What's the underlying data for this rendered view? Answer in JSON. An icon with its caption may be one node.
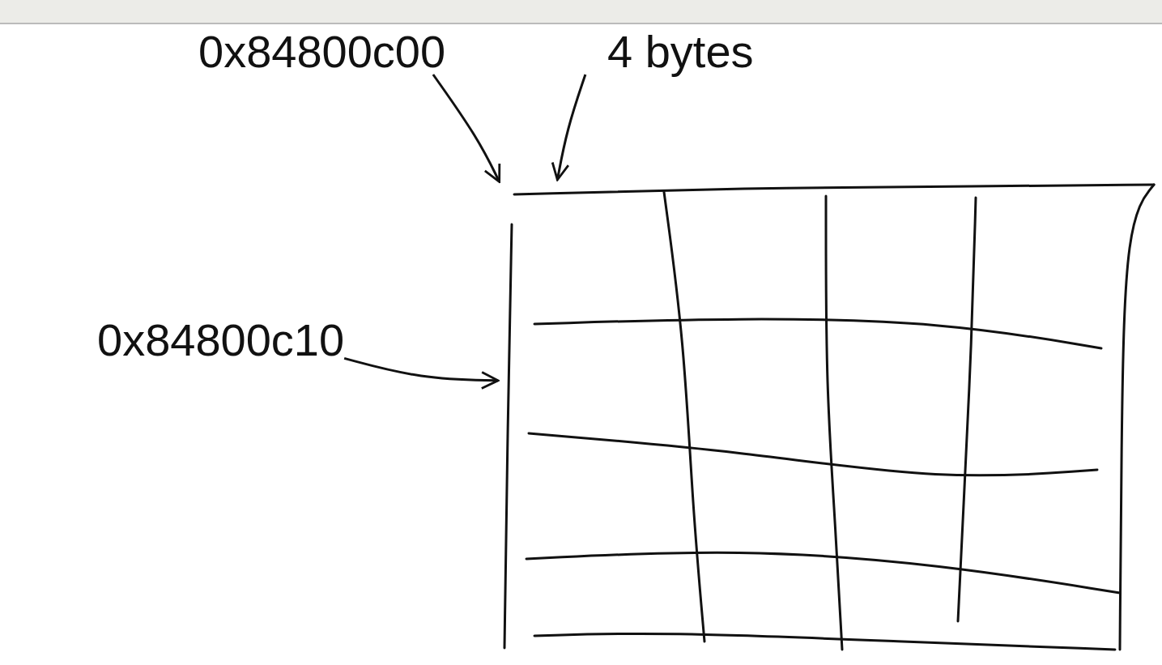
{
  "diagram": {
    "nodes": [
      {
        "text": [],
        "shape": "bar"
      },
      {
        "text": [
          "0x84800c00"
        ]
      },
      {
        "text": [
          "4 bytes"
        ]
      },
      {
        "text": [
          "0x84800c10"
        ]
      },
      {
        "text": [],
        "shape": "box"
      }
    ],
    "edges": [
      {
        "from": 1,
        "to": 4,
        "arrow": "to"
      },
      {
        "from": 2,
        "to": 4,
        "arrow": "to"
      },
      {
        "from": 3,
        "to": 4,
        "arrow": "to"
      }
    ]
  }
}
